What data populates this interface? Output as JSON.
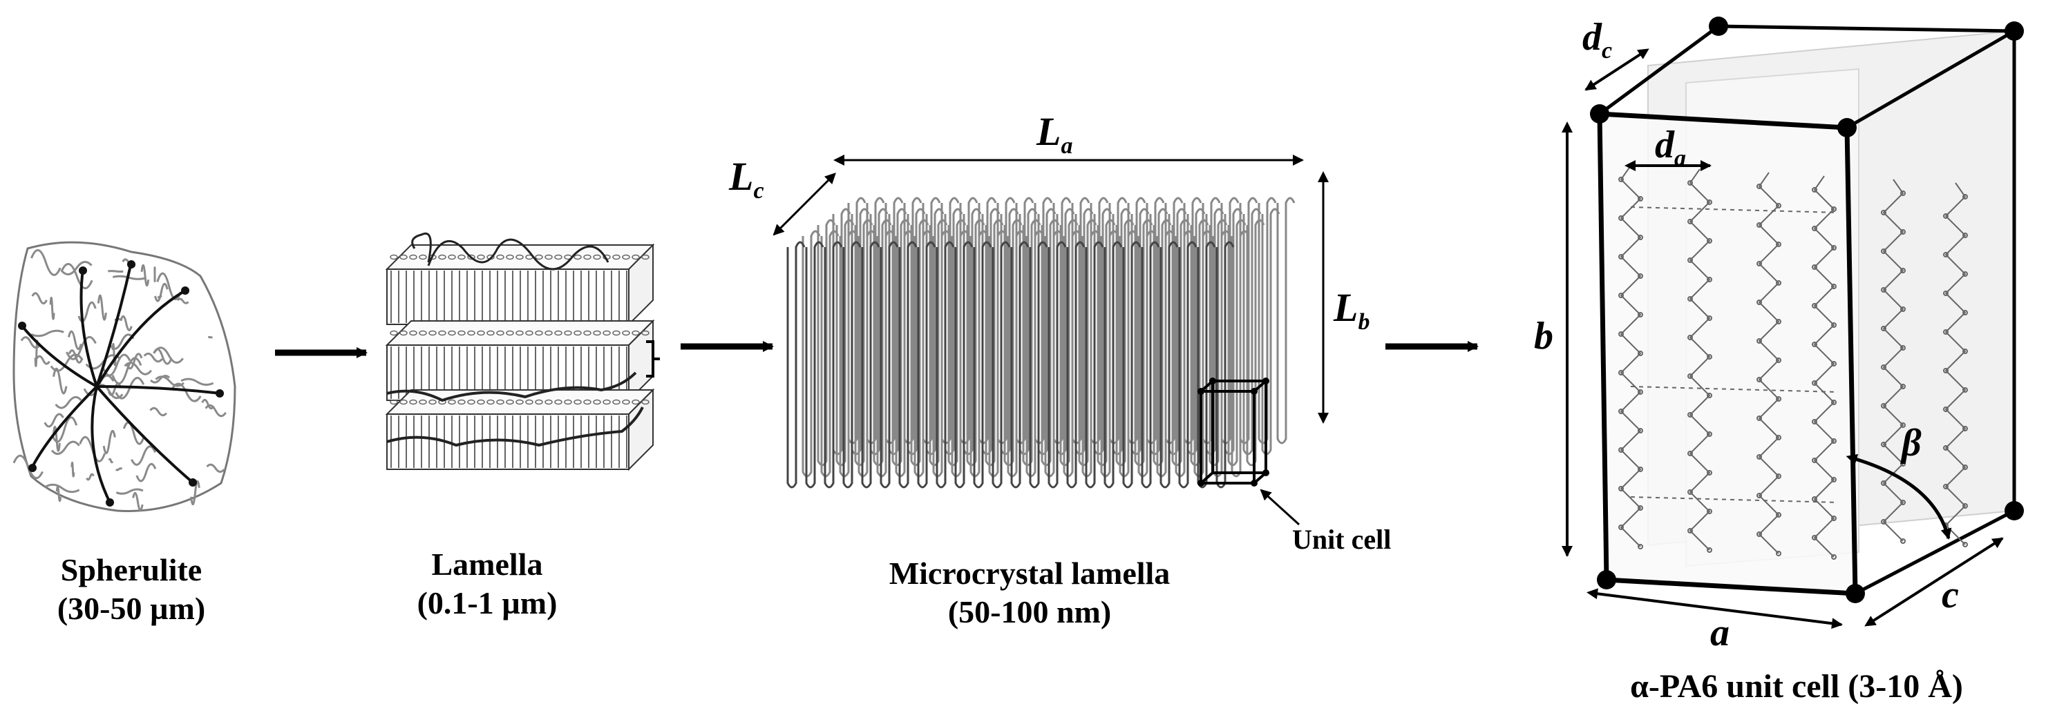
{
  "stages": [
    {
      "name": "Spherulite",
      "size": "(30-50 µm)"
    },
    {
      "name": "Lamella",
      "size": "(0.1-1 µm)"
    },
    {
      "name": "Microcrystal lamella",
      "size": "(50-100 nm)"
    },
    {
      "name": "α-PA6 unit cell (3-10 Å)",
      "size": ""
    }
  ],
  "labels": {
    "La_main": "L",
    "La_sub": "a",
    "Lb_main": "L",
    "Lb_sub": "b",
    "Lc_main": "L",
    "Lc_sub": "c",
    "da_main": "d",
    "da_sub": "a",
    "dc_main": "d",
    "dc_sub": "c",
    "unit_cell": "Unit cell",
    "axis_a": "a",
    "axis_b": "b",
    "axis_c": "c",
    "angle_beta": "β"
  }
}
